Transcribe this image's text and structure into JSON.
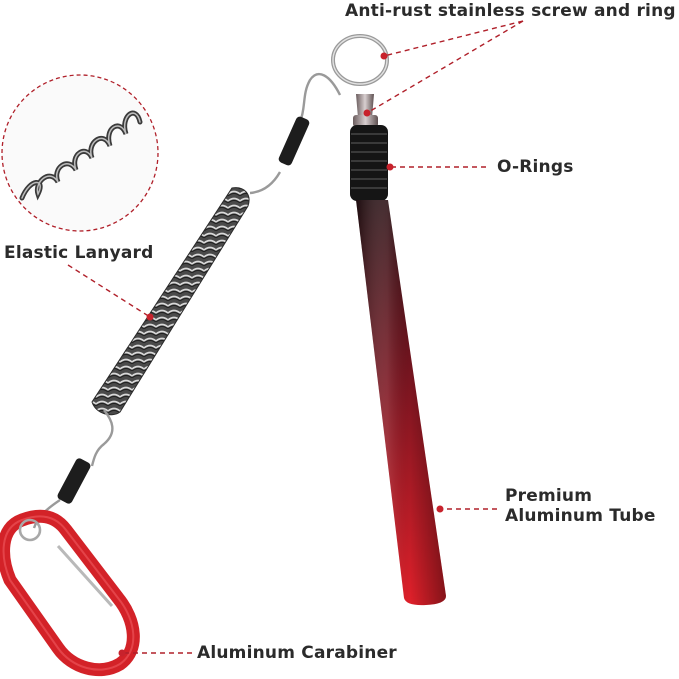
{
  "labels": {
    "anti_rust": "Anti-rust stainless screw and ring",
    "o_rings": "O-Rings",
    "elastic_lanyard": "Elastic Lanyard",
    "tube_line1": "Premium",
    "tube_line2": "Aluminum Tube",
    "carabiner": "Aluminum Carabiner"
  },
  "colors": {
    "tube_top": "#2a1014",
    "tube_bottom": "#e0202a",
    "carabiner": "#d32228",
    "leader": "#b0202a",
    "text": "#2b2b2b"
  },
  "icons": [
    "key-ring-icon",
    "coil-lanyard-icon",
    "carabiner-icon",
    "aluminum-tube-icon"
  ]
}
